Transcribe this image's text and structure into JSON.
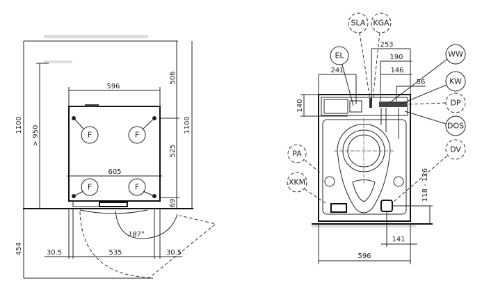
{
  "left_view": {
    "dimensions": {
      "width_top": "596",
      "width_feet": "605",
      "height_left": "1100",
      "height_right": "1100",
      "min_height": "> 950",
      "top_clearance": "506",
      "feet_spacing": "525",
      "feet_offset": "69",
      "front_depth": "454",
      "side_left": "30.5",
      "inner_width": "535",
      "side_right": "30.5",
      "door_angle": "187°"
    },
    "feet_labels": [
      "F",
      "F",
      "F",
      "F"
    ]
  },
  "right_view": {
    "dimensions": {
      "d253": "253",
      "d190": "190",
      "d146": "146",
      "d56": "56",
      "d241": "241",
      "d140": "140",
      "d118_126": "118 - 126",
      "d141": "141",
      "width": "596"
    },
    "connections": {
      "sla": "SLA",
      "kga": "KGA",
      "el": "EL",
      "ww": "WW",
      "kw": "KW",
      "dp": "DP",
      "dos": "DOS",
      "dv": "DV",
      "pa": "PA",
      "xkm": "XKM"
    }
  }
}
